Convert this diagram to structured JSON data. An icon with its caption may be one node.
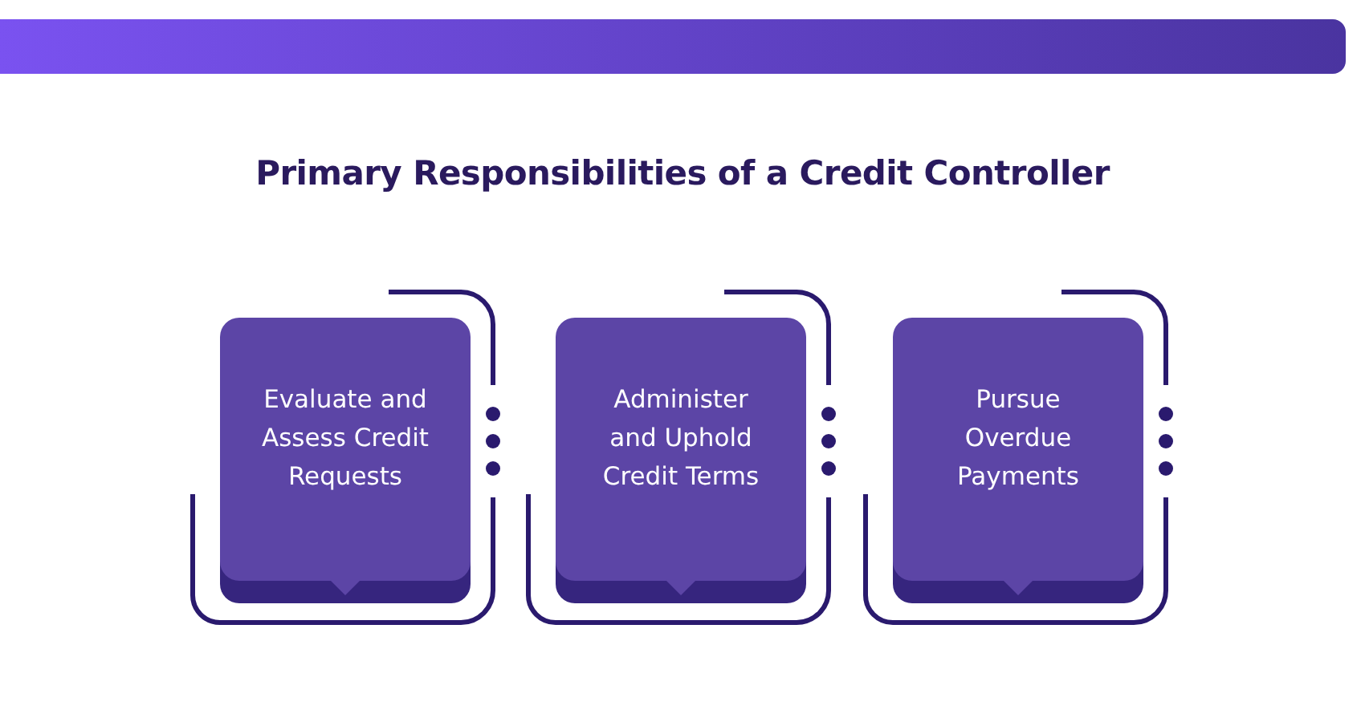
{
  "diagram": {
    "title": "Primary Responsibilities of a Credit Controller",
    "nodes": [
      {
        "text": [
          "Evaluate and Assess Credit Requests"
        ]
      },
      {
        "text": [
          "Administer and Uphold Credit Terms"
        ]
      },
      {
        "text": [
          "Pursue Overdue Payments"
        ]
      }
    ]
  }
}
